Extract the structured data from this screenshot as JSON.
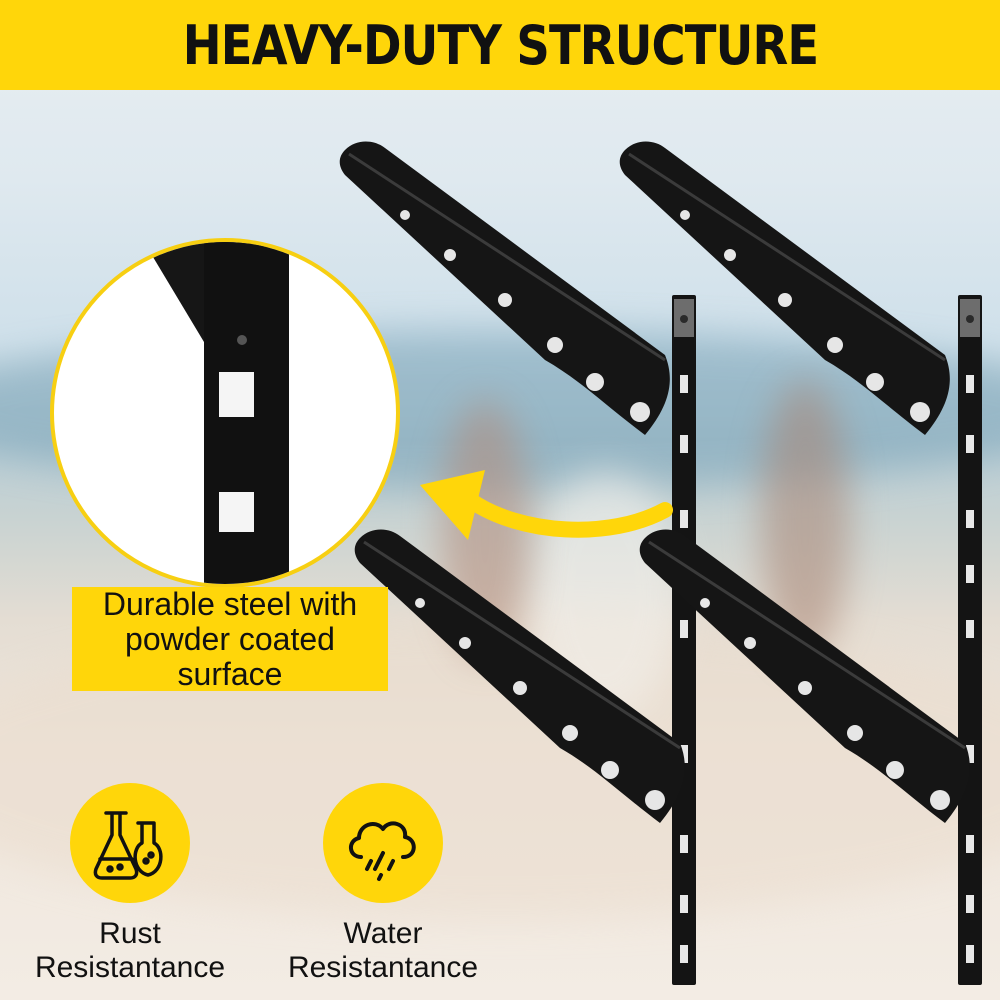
{
  "header": {
    "title": "HEAVY-DUTY STRUCTURE"
  },
  "callout": {
    "text": "Durable steel with\npowder coated\nsurface"
  },
  "features": [
    {
      "icon": "flask-icon",
      "label": "Rust\nResistantance"
    },
    {
      "icon": "rain-cloud-icon",
      "label": "Water\nResistantance"
    }
  ],
  "colors": {
    "accent": "#ffd60a",
    "steel": "#111111"
  }
}
